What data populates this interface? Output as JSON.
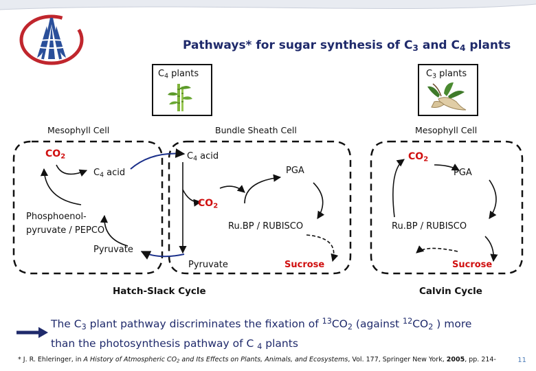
{
  "title": {
    "pre": "Pathways* for sugar synthesis  of C",
    "sub1": "3",
    "mid": " and C",
    "sub2": "4",
    "post": " plants"
  },
  "plants": {
    "c4": {
      "pre": "C",
      "sub": "4",
      "post": " plants"
    },
    "c3": {
      "pre": "C",
      "sub": "3",
      "post": " plants"
    }
  },
  "cells": {
    "mesophyll_left": "Mesophyll Cell",
    "bundle_sheath": "Bundle Sheath Cell",
    "mesophyll_right": "Mesophyll Cell"
  },
  "hatch_slack": {
    "co2_left": {
      "pre": "CO",
      "sub": "2"
    },
    "c4_acid_left": {
      "pre": "C",
      "sub": "4",
      "post": " acid"
    },
    "pepco_line1": "Phosphoenol-",
    "pepco_line2": "pyruvate / PEPCO",
    "pyruvate_left": "Pyruvate",
    "c4_acid_center": {
      "pre": "C",
      "sub": "4",
      "post": " acid"
    },
    "co2_center": {
      "pre": "CO",
      "sub": "2"
    },
    "pga_center": "PGA",
    "rubisco_center": "Ru.BP / RUBISCO",
    "pyruvate_center": "Pyruvate",
    "sucrose_center": "Sucrose",
    "label": "Hatch-Slack Cycle"
  },
  "calvin": {
    "co2_right": {
      "pre": "CO",
      "sub": "2"
    },
    "pga_right": "PGA",
    "rubisco_right": "Ru.BP / RUBISCO",
    "sucrose_right": "Sucrose",
    "label": "Calvin Cycle"
  },
  "note": {
    "p1": "The C",
    "s1": "3",
    "p2": " plant pathway discriminates the fixation of  ",
    "sup1": "13",
    "p3": "CO",
    "s2": "2",
    "p4": " (against  ",
    "sup2": "12",
    "p5": "CO",
    "s3": "2",
    "p6": " ) more",
    "line2a": "than the photosynthesis pathway of C ",
    "s4": "4",
    "line2b": " plants"
  },
  "footnote": {
    "a": "* J. R. Ehleringer, in ",
    "b": "A History of Atmospheric CO",
    "c": "2",
    "d": " and Its Effects on Plants, Animals, and Ecosystems",
    "e": ", Vol.  177, Springer New York, ",
    "f": "2005",
    "g": ", pp. 214-"
  },
  "page_number": "11",
  "colors": {
    "accent": "#1f2a6b",
    "red": "#d01010",
    "page_number": "#4a7bb7",
    "logo_red": "#c0262d",
    "logo_blue": "#2a4f9a"
  },
  "icons": {
    "logo": "institution-logo",
    "c4_image": "bamboo-plant",
    "c3_image": "sugar-beet-plant",
    "arrow": "bullet-arrow-icon"
  }
}
